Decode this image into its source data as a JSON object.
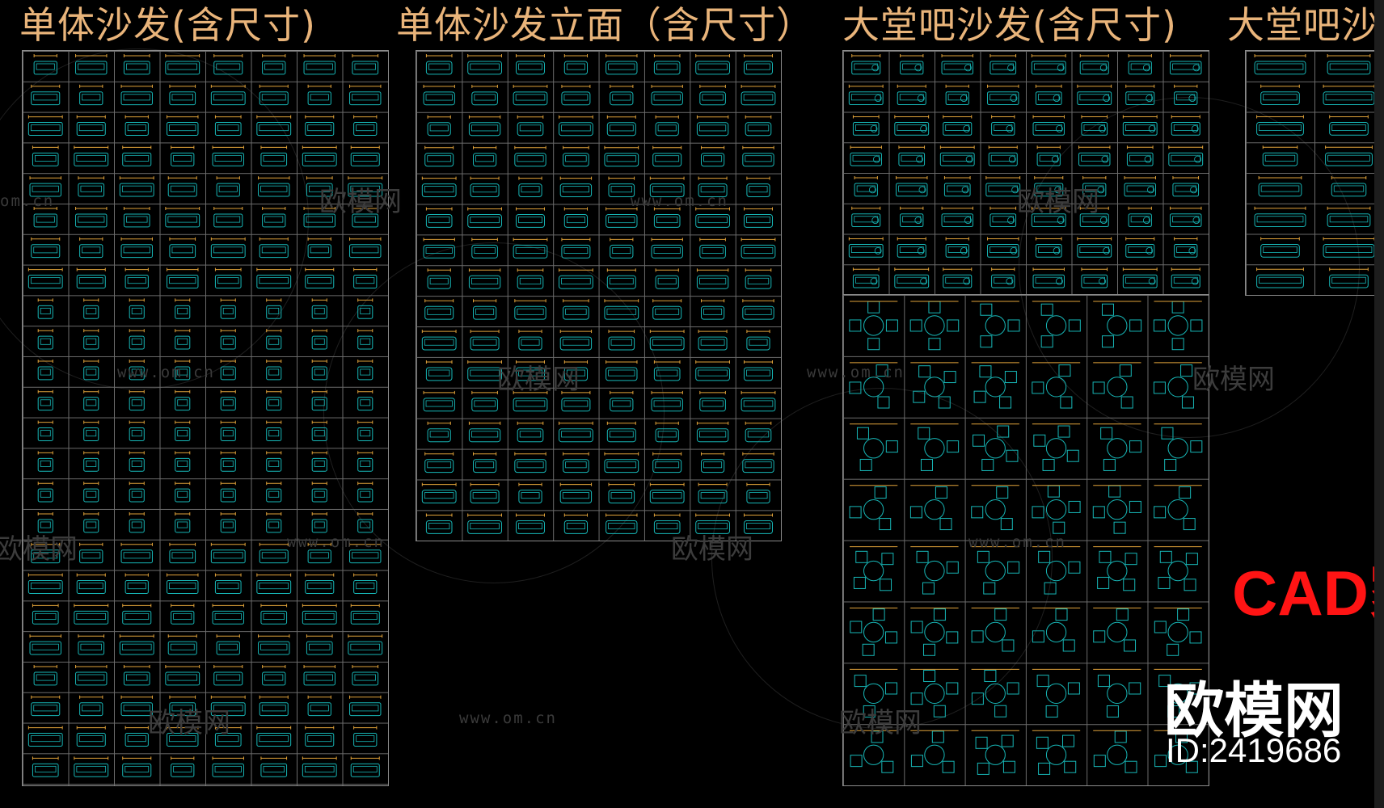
{
  "titles": [
    "单体沙发(含尺寸)",
    "单体沙发立面（含尺寸）",
    "大堂吧沙发(含尺寸)",
    "大堂吧沙"
  ],
  "watermark": {
    "url": "www.om.cn",
    "brand": "欧模网",
    "partial_url": "om.cn",
    "partial_brand": "欧模网"
  },
  "overlay": {
    "cad_label": "CAD家",
    "brand": "欧模网",
    "id_text": "ID:2419686"
  },
  "colors": {
    "background": "#000000",
    "title": "#e9b47a",
    "grid": "#6b6b6b",
    "symbol": "#17b6b6",
    "dimension": "#e0a23a",
    "cad_label": "#ff1414",
    "brand": "#ffffff"
  }
}
